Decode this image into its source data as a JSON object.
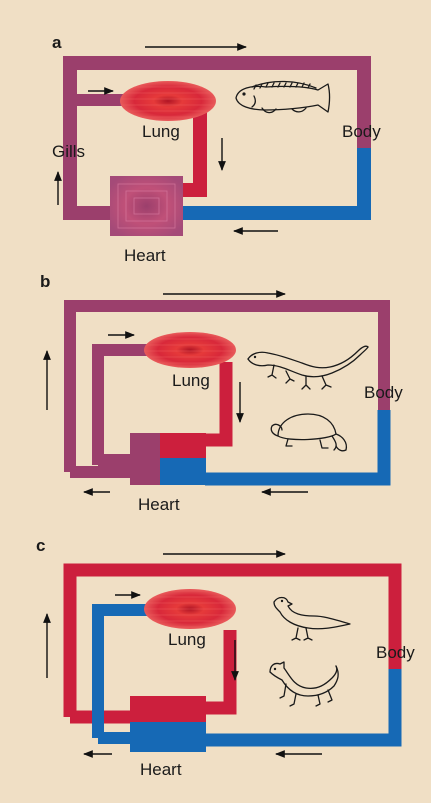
{
  "colors": {
    "background": "#f0dfc5",
    "oxygenated": "#cc1f3d",
    "deoxygenated": "#1669b5",
    "mixed": "#9b3f6c",
    "arrow": "#111111"
  },
  "panels": [
    {
      "label": "a",
      "organ_labels": {
        "lung": "Lung",
        "gills": "Gills",
        "body": "Body",
        "heart": "Heart"
      },
      "animals": [
        "fish-icon"
      ]
    },
    {
      "label": "b",
      "organ_labels": {
        "lung": "Lung",
        "body": "Body",
        "heart": "Heart"
      },
      "animals": [
        "lizard-icon",
        "turtle-icon"
      ]
    },
    {
      "label": "c",
      "organ_labels": {
        "lung": "Lung",
        "body": "Body",
        "heart": "Heart"
      },
      "animals": [
        "bird-icon",
        "mammal-icon"
      ]
    }
  ]
}
